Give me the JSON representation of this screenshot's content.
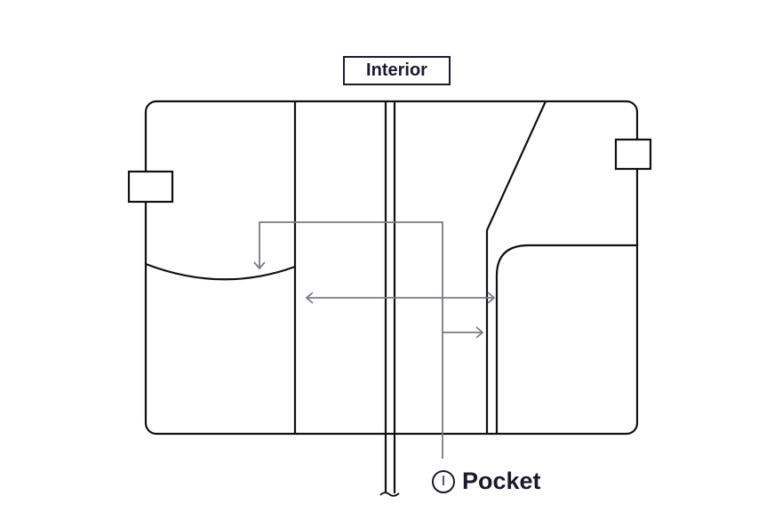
{
  "title": "Interior",
  "callouts": [
    {
      "number": "I",
      "label": "Pocket"
    }
  ],
  "colors": {
    "ink": "#1c1b2e",
    "callout_line": "#7a7a86"
  }
}
